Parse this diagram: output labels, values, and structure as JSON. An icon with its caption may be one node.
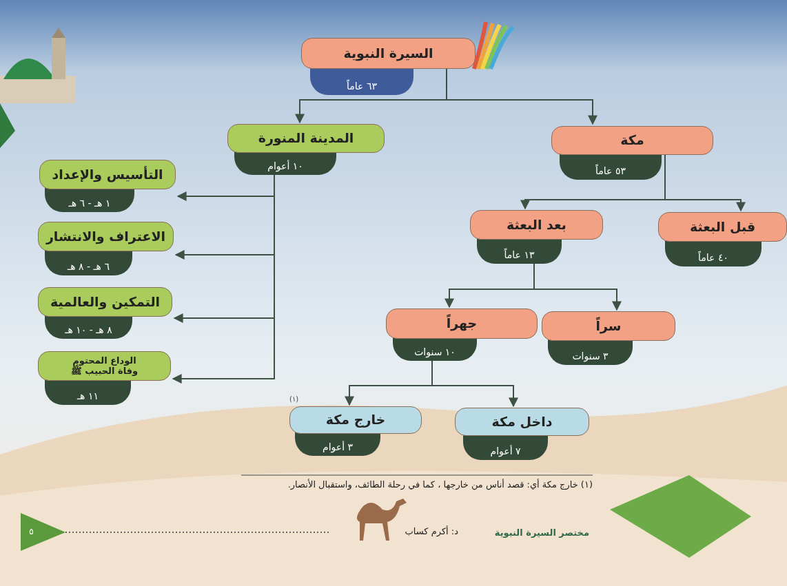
{
  "diagram": {
    "nodes": [
      {
        "text": [
          "السيرة النبوية",
          "٦٣ عاماً"
        ]
      },
      {
        "text": [
          "مكة",
          "٥٣ عاماً"
        ]
      },
      {
        "text": [
          "المدينة المنورة",
          "١٠ أعوام"
        ]
      },
      {
        "text": [
          "قبل البعثة",
          "٤٠ عاماً"
        ]
      },
      {
        "text": [
          "بعد البعثة",
          "١٣ عاماً"
        ]
      },
      {
        "text": [
          "سراً",
          "٣ سنوات"
        ]
      },
      {
        "text": [
          "جهراً",
          "١٠ سنوات"
        ]
      },
      {
        "text": [
          "داخل مكة",
          "٧ أعوام"
        ]
      },
      {
        "text": [
          "خارج مكة",
          "٣ أعوام"
        ],
        "beside": [
          "(١)"
        ]
      },
      {
        "text": [
          "التأسيس والإعداد",
          "١ هـ - ٦ هـ"
        ]
      },
      {
        "text": [
          "الاعتراف والانتشار",
          "٦ هـ - ٨ هـ"
        ]
      },
      {
        "text": [
          "التمكين والعالمية",
          "٨ هـ - ١٠ هـ"
        ]
      },
      {
        "text": [
          "الوداع المحتوم وفاة الحبيب ﷺ",
          "١١ هـ"
        ]
      }
    ],
    "edges": [
      {
        "from": 0,
        "to": 1,
        "arrow": "to"
      },
      {
        "from": 0,
        "to": 2,
        "arrow": "to"
      },
      {
        "from": 1,
        "to": 3,
        "arrow": "to"
      },
      {
        "from": 1,
        "to": 4,
        "arrow": "to"
      },
      {
        "from": 4,
        "to": 5,
        "arrow": "to"
      },
      {
        "from": 4,
        "to": 6,
        "arrow": "to"
      },
      {
        "from": 6,
        "to": 7,
        "arrow": "to"
      },
      {
        "from": 6,
        "to": 8,
        "arrow": "to"
      },
      {
        "from": 2,
        "to": 9,
        "arrow": "to"
      },
      {
        "from": 2,
        "to": 10,
        "arrow": "to"
      },
      {
        "from": 2,
        "to": 11,
        "arrow": "to"
      },
      {
        "from": 2,
        "to": 12,
        "arrow": "to"
      }
    ],
    "labels": [
      "(١) خارج مكة أي: قصد أناس من خارجها ، كما في رحلة الطائف، واستقبال الأنصار.",
      "مختصر السيرة النبوية",
      "د: أكرم كساب",
      "٥"
    ]
  }
}
